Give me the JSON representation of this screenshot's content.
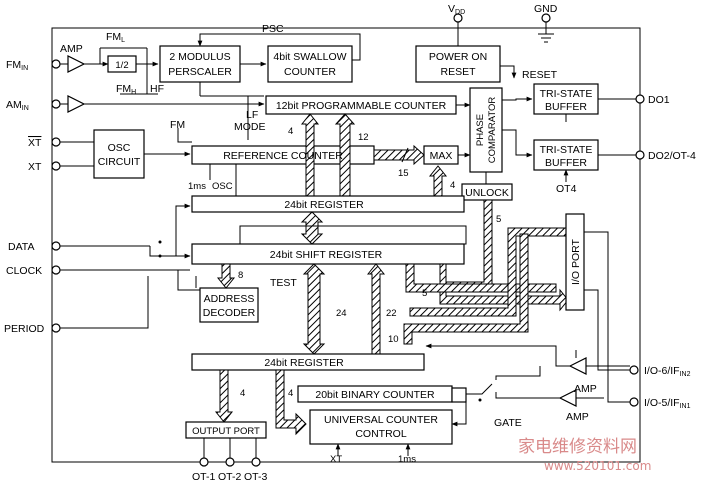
{
  "pins": {
    "fm_in": "FM",
    "fm_in_sub": "IN",
    "am_in": "AM",
    "am_in_sub": "IN",
    "xt_bar": "XT",
    "xt": "XT",
    "data": "DATA",
    "clock": "CLOCK",
    "period": "PERIOD",
    "vdd": "V",
    "vdd_sub": "DD",
    "gnd": "GND",
    "do1": "DO1",
    "do2": "DO2/OT-4",
    "io6": "I/O-6/IF",
    "io6_sub": "IN2",
    "io5": "I/O-5/IF",
    "io5_sub": "IN1",
    "ot1": "OT-1",
    "ot2": "OT-2",
    "ot3": "OT-3"
  },
  "blocks": {
    "two_modulus": [
      "2 MODULUS",
      "PERSCALER"
    ],
    "swallow": [
      "4bit SWALLOW",
      "COUNTER"
    ],
    "power_on": [
      "POWER ON",
      "RESET"
    ],
    "programmable": "12bit PROGRAMMABLE COUNTER",
    "osc": [
      "OSC",
      "CIRCUIT"
    ],
    "reference": "REFERENCE COUNTER",
    "max": "MAX",
    "phase": [
      "PHASE",
      "COMPARATOR"
    ],
    "unlock": "UNLOCK",
    "tristate1": [
      "TRI-STATE",
      "BUFFER"
    ],
    "tristate2": [
      "TRI-STATE",
      "BUFFER"
    ],
    "register_top": "24bit REGISTER",
    "shift_register": "24bit SHIFT REGISTER",
    "address": [
      "ADDRESS",
      "DECODER"
    ],
    "io_port": "I/O PORT",
    "register_bottom": "24bit REGISTER",
    "binary_counter": "20bit BINARY COUNTER",
    "universal": [
      "UNIVERSAL COUNTER",
      "CONTROL"
    ],
    "output_port": "OUTPUT PORT",
    "half": "1/2"
  },
  "labels": {
    "amp": "AMP",
    "fml": "FM",
    "fml_sub": "L",
    "fmh": "FM",
    "fmh_sub": "H",
    "hf": "HF",
    "psc": "PSC",
    "reset": "RESET",
    "lf": "LF",
    "mode": "MODE",
    "fm": "FM",
    "one_ms": "1ms",
    "osc": "OSC",
    "ot4": "OT4",
    "test": "TEST",
    "gate": "GATE",
    "amp_bottom1": "AMP",
    "amp_bottom2": "AMP",
    "xt_bottom": "XT",
    "ms_bottom": "1ms",
    "n4a": "4",
    "n12": "12",
    "n15": "15",
    "n4b": "4",
    "n5a": "5",
    "n8": "8",
    "n24": "24",
    "n22": "22",
    "n5b": "5",
    "n10": "10",
    "n4c": "4",
    "n4d": "4"
  },
  "watermark": {
    "text": "家电维修资料网",
    "url": "www.520101.com"
  }
}
